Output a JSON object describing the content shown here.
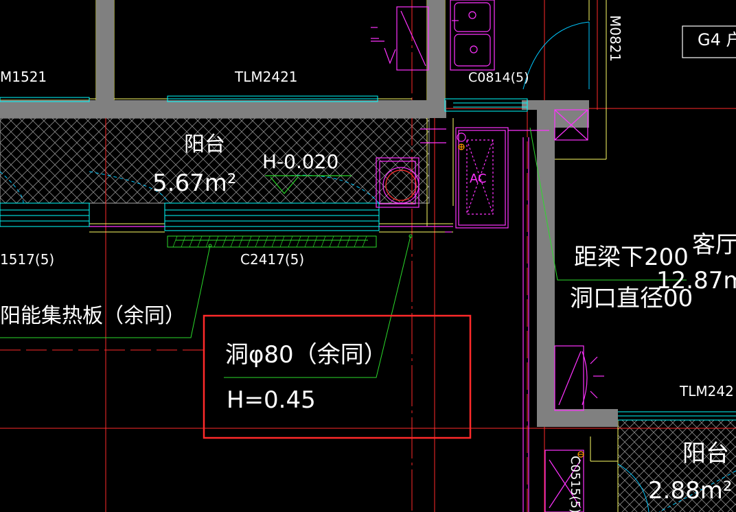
{
  "drawing": {
    "labels": {
      "door_m1521": "M1521",
      "door_tlm2421": "TLM2421",
      "window_c0814": "C0814(5)",
      "door_m0821": "M0821",
      "room_tag_g4": "G4 户",
      "balcony_name": "阳台",
      "balcony_area": "5.67m²",
      "balcony_level": "H-0.020",
      "ac_unit": "AC",
      "window_1517": "1517(5)",
      "window_c2417": "C2417(5)",
      "solar_note": "阳能集热板（余同）",
      "beam_note": "距梁下200",
      "hole_diameter_note": "洞口直径00",
      "living_room_name": "客厅",
      "living_room_area": "12.87m",
      "hole_note": "洞φ80（余同）",
      "hole_height": "H=0.45",
      "door_tlm242": "TLM242",
      "balcony2_name": "阳台",
      "balcony2_area": "2.88m²",
      "window_vertical": "C0515(5)"
    },
    "colors": {
      "background": "#000000",
      "wall_fill": "#808080",
      "wall_edge": "#ffff66",
      "axis_line": "#ff2a2a",
      "highlight_box": "#ff2a2a",
      "window_cyan": "#00ffff",
      "fixture_magenta": "#ff33ff",
      "leader_green": "#2bdc2b",
      "door_swing": "#00c8ff",
      "text": "#ffffff"
    }
  }
}
